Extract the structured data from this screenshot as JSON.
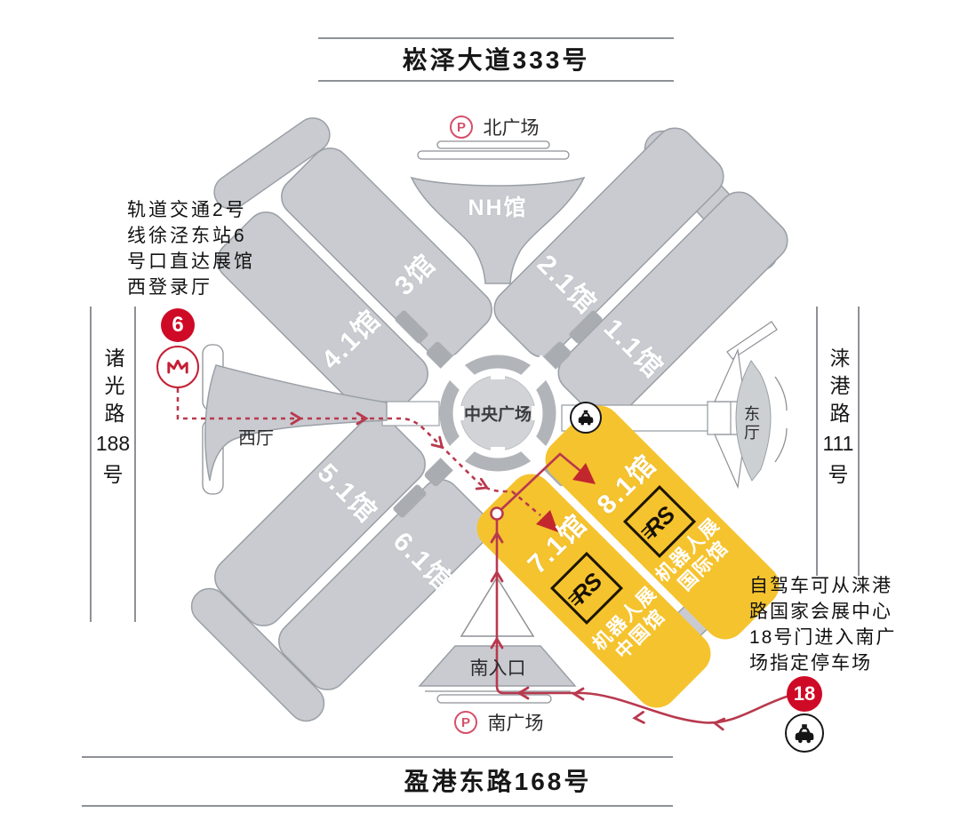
{
  "roads": {
    "top": "崧泽大道333号",
    "bottom": "盈港东路168号",
    "left": {
      "name": "诸光路",
      "number": "188",
      "suffix": "号"
    },
    "right": {
      "name": "涞港路",
      "number": "111",
      "suffix": "号"
    }
  },
  "plazas": {
    "north": "北广场",
    "south": "南广场",
    "central": "中央广场",
    "parking_letter": "P"
  },
  "halls": {
    "nh": "NH馆",
    "h3": "3馆",
    "h41": "4.1馆",
    "h21": "2.1馆",
    "h11": "1.1馆",
    "h51": "5.1馆",
    "h61": "6.1馆",
    "h71": "7.1馆",
    "h81": "8.1馆",
    "west_hall": "西厅",
    "east_hall": "东厅",
    "south_entrance": "南入口"
  },
  "exhibit": {
    "logo": "RS",
    "h71_line1": "机器人展",
    "h71_line2": "中国馆",
    "h81_line1": "机器人展",
    "h81_line2": "国际馆"
  },
  "notes": {
    "metro_lines": [
      "轨道交通2号",
      "线徐泾东站6",
      "号口直达展馆",
      "西登录厅"
    ],
    "drive_lines": [
      "自驾车可从涞港",
      "路国家会展中心",
      "18号门进入南广",
      "场指定停车场"
    ]
  },
  "markers": {
    "metro_exit": "6",
    "gate": "18"
  },
  "icons": [
    "metro-logo-icon",
    "taxi-icon",
    "parking-icon"
  ],
  "colors": {
    "hall_gray": "#c9cbd0",
    "hall_yellow": "#f5c32e",
    "connector_gray": "#a9adb2",
    "marker_red": "#cf0a26",
    "route_red": "#b9394e",
    "arrow_red": "#c1272d",
    "parking_pink": "#d5506b"
  }
}
